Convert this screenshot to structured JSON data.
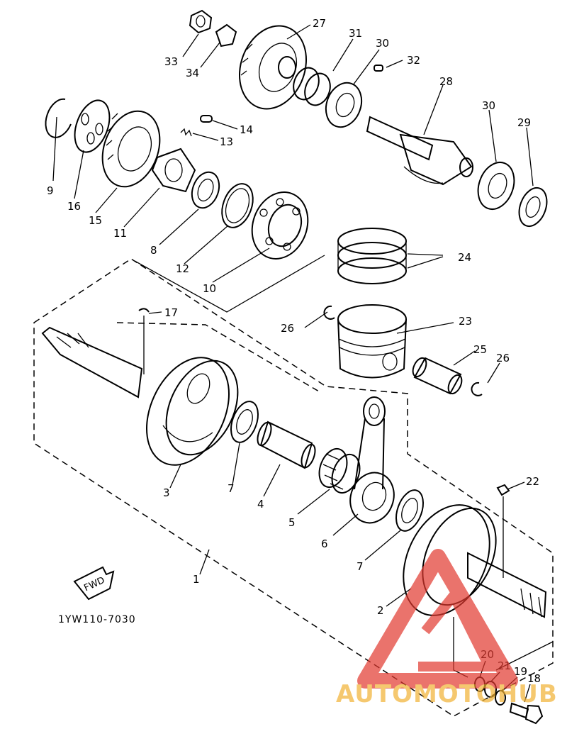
{
  "diagram": {
    "code": "1YW110-7030",
    "fwd_label": "FWD",
    "watermark": "AUTOMOTOHUB",
    "watermark_color": "#e2392f",
    "watermark_text_color": "#f2b233",
    "callouts": [
      "1",
      "2",
      "3",
      "4",
      "5",
      "6",
      "7",
      "7",
      "8",
      "9",
      "10",
      "11",
      "12",
      "13",
      "14",
      "15",
      "16",
      "17",
      "18",
      "19",
      "20",
      "21",
      "22",
      "23",
      "24",
      "25",
      "26",
      "26",
      "27",
      "28",
      "29",
      "30",
      "30",
      "31",
      "32",
      "33",
      "34"
    ]
  }
}
